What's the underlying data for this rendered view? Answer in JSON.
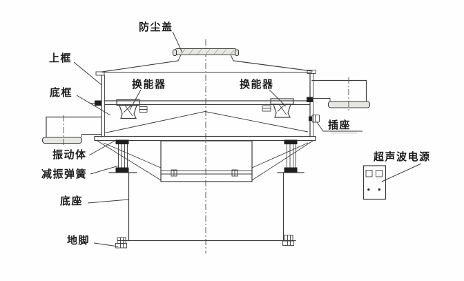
{
  "diagram": {
    "type": "technical-line-drawing",
    "subject": "ultrasonic vibrating sieve section view with part callouts",
    "labels": {
      "dust_cover": "防尘盖",
      "upper_frame": "上框",
      "bottom_frame": "底框",
      "transducer_left": "换能器",
      "transducer_right": "换能器",
      "socket": "插座",
      "vibrating_body": "振动体",
      "damping_spring": "减振弹簧",
      "base": "底座",
      "anchor_foot": "地脚",
      "ultrasonic_power_supply": "超声波电源"
    },
    "colors": {
      "line": "#3b3b3b",
      "text": "#1c1c1c",
      "background": "#fefefe",
      "dark_fill": "#1f1f1f"
    }
  }
}
